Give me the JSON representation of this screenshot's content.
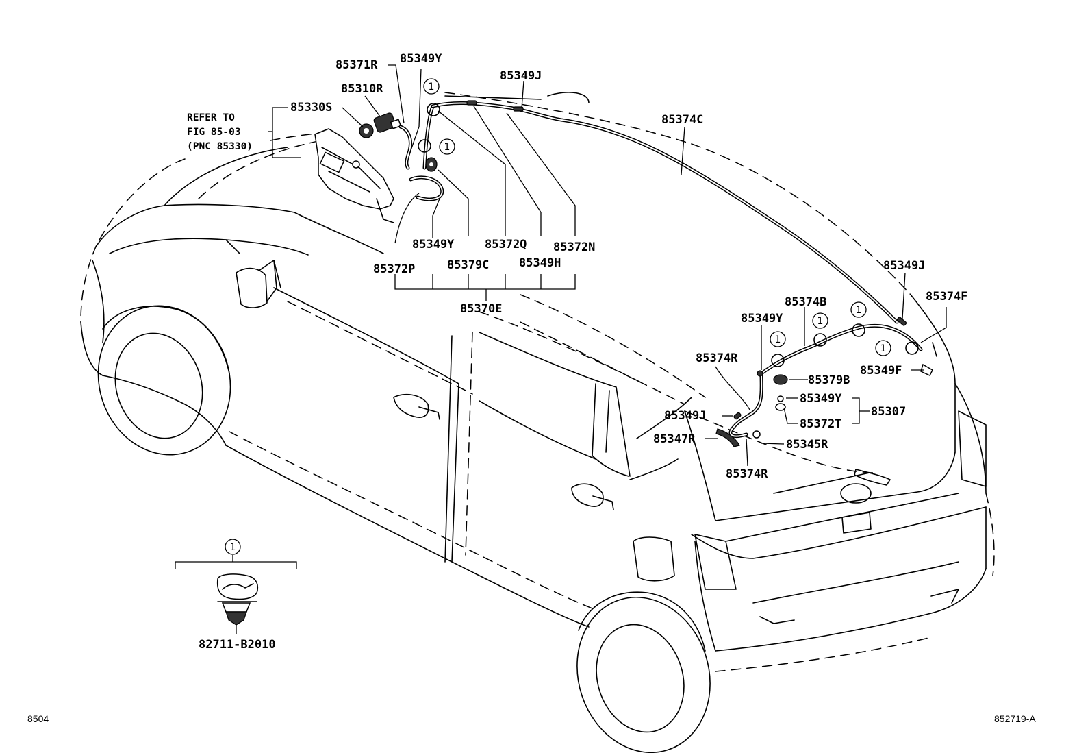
{
  "diagram": {
    "labels": {
      "p85371R": "85371R",
      "p85349Y_top": "85349Y",
      "p85310R": "85310R",
      "p85330S": "85330S",
      "p85349J_top": "85349J",
      "p85374C": "85374C",
      "p85349Y_mid": "85349Y",
      "p85372Q": "85372Q",
      "p85372N": "85372N",
      "p85372P": "85372P",
      "p85379C": "85379C",
      "p85349H": "85349H",
      "p85370E": "85370E",
      "p85349J_right": "85349J",
      "p85374B": "85374B",
      "p85374F": "85374F",
      "p85349Y_right": "85349Y",
      "p85374R_upper": "85374R",
      "p85349F": "85349F",
      "p85379B": "85379B",
      "p85349Y_rear": "85349Y",
      "p85307": "85307",
      "p85349J_rear": "85349J",
      "p85372T": "85372T",
      "p85347R": "85347R",
      "p85345R": "85345R",
      "p85374R_lower": "85374R",
      "p82711": "82711-B2010"
    },
    "refer_note": {
      "line1": "REFER TO",
      "line2": "FIG 85-03",
      "line3": "(PNC 85330)"
    },
    "callout_mark": "1",
    "footer": {
      "left": "8504",
      "right": "852719-A"
    }
  }
}
